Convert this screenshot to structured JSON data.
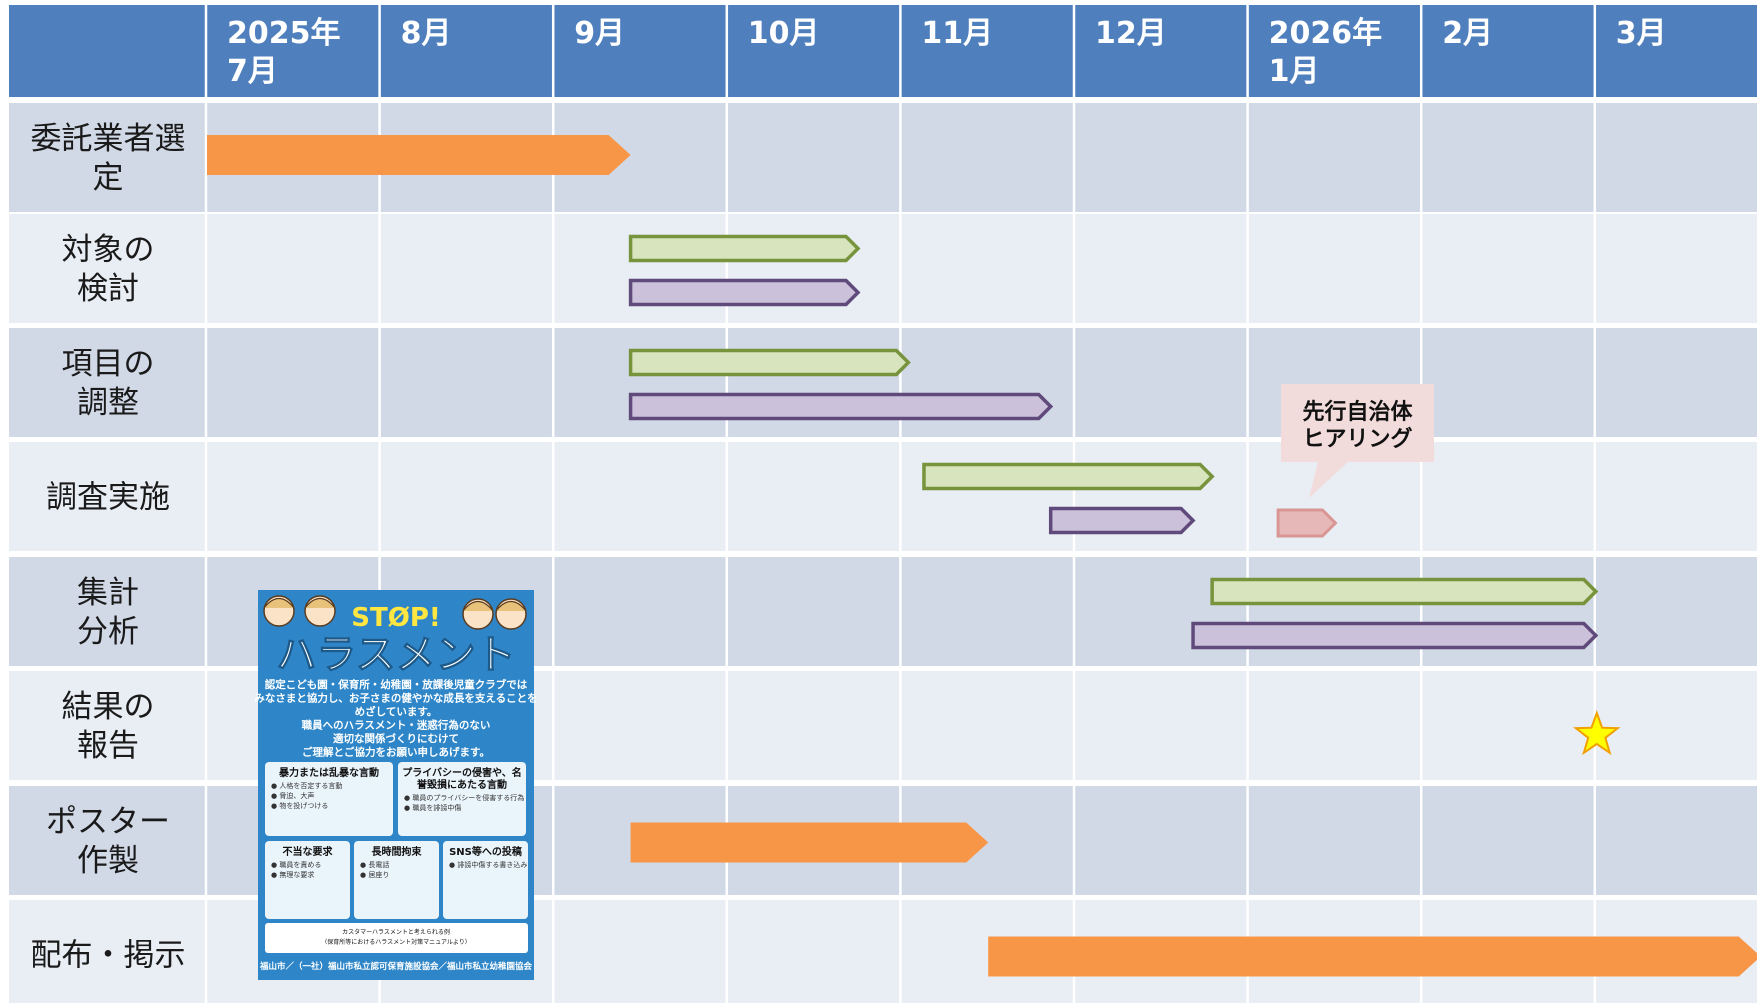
{
  "header": {
    "months": [
      [
        "2025年",
        "7月"
      ],
      [
        "8月"
      ],
      [
        "9月"
      ],
      [
        "10月"
      ],
      [
        "11月"
      ],
      [
        "12月"
      ],
      [
        "2026年",
        "1月"
      ],
      [
        "2月"
      ],
      [
        "3月"
      ]
    ]
  },
  "tasks": [
    {
      "lines": [
        "委託業者選",
        "定"
      ]
    },
    {
      "lines": [
        "対象の",
        "検討"
      ]
    },
    {
      "lines": [
        "項目の",
        "調整"
      ]
    },
    {
      "lines": [
        "調査実施"
      ]
    },
    {
      "lines": [
        "集計",
        "分析"
      ]
    },
    {
      "lines": [
        "結果の",
        "報告"
      ]
    },
    {
      "lines": [
        "ポスター",
        "作製"
      ]
    },
    {
      "lines": [
        "配布・掲示"
      ]
    }
  ],
  "schedule": [
    {
      "row": 0,
      "start": 0,
      "end": 2.44,
      "style": "orange"
    },
    {
      "row": 1,
      "start": 2.44,
      "end": 3.75,
      "style": "green"
    },
    {
      "row": 1,
      "start": 2.44,
      "end": 3.75,
      "style": "purple"
    },
    {
      "row": 2,
      "start": 2.44,
      "end": 4.04,
      "style": "green"
    },
    {
      "row": 2,
      "start": 2.44,
      "end": 4.86,
      "style": "purple"
    },
    {
      "row": 3,
      "start": 4.13,
      "end": 5.79,
      "style": "green"
    },
    {
      "row": 3,
      "start": 4.86,
      "end": 5.68,
      "style": "purple"
    },
    {
      "row": 3,
      "start": 6.17,
      "end": 6.5,
      "style": "pink"
    },
    {
      "row": 4,
      "start": 5.79,
      "end": 8.0,
      "style": "green"
    },
    {
      "row": 4,
      "start": 5.68,
      "end": 8.0,
      "style": "purple"
    },
    {
      "row": 6,
      "start": 2.44,
      "end": 4.5,
      "style": "orange"
    },
    {
      "row": 7,
      "start": 4.5,
      "end": 8.95,
      "style": "orange"
    }
  ],
  "milestones": [
    {
      "row": 5,
      "at": 8.0,
      "symbol": "star"
    }
  ],
  "callout": {
    "lines": [
      "先行自治体",
      "ヒアリング"
    ]
  },
  "colors": {
    "header": "#4f80bd",
    "row_dark": "#d1d8e6",
    "row_light": "#e9edf4",
    "orange": "#f79646",
    "green_fill": "#d7e4bd",
    "green_stroke": "#77933c",
    "purple_fill": "#ccc1da",
    "purple_stroke": "#604a7b",
    "pink_fill": "#e6b9b8",
    "pink_stroke": "#d99694",
    "callout_fill": "#f2dcdb",
    "star_fill": "#ffff00",
    "star_stroke": "#f0a000",
    "poster_blue": "#2e86c8"
  },
  "poster": {
    "stop": "STØP!",
    "title": "ハラスメント",
    "body_lines": [
      "認定こども園・保育所・幼稚園・放課後児童クラブでは",
      "みなさまと協力し、お子さまの健やかな成長を支えることを",
      "めざしています。",
      "職員へのハラスメント・迷惑行為のない",
      "適切な関係づくりにむけて",
      "ご理解とご協力をお願い申しあげます。"
    ],
    "boxes": [
      {
        "title": "暴力または乱暴な言動",
        "items": [
          "人格を否定する言動",
          "脅迫、大声",
          "物を投げつける"
        ]
      },
      {
        "title": "プライバシーの侵害や、名誉毀損にあたる言動",
        "items": [
          "職員のプライバシーを侵害する行為",
          "職員を誹謗中傷"
        ]
      },
      {
        "title": "不当な要求",
        "items": [
          "職員を責める",
          "無理な要求"
        ]
      },
      {
        "title": "長時間拘束",
        "items": [
          "長電話",
          "居座り"
        ]
      },
      {
        "title": "SNS等への投稿",
        "items": [
          "誹謗中傷する書き込み"
        ]
      }
    ],
    "band_lines": [
      "カスタマーハラスメントと考えられる例",
      "（保育所等におけるハラスメント対策マニュアルより）"
    ],
    "footer": "福山市／（一社）福山市私立認可保育施設協会／福山市私立幼稚園協会"
  }
}
